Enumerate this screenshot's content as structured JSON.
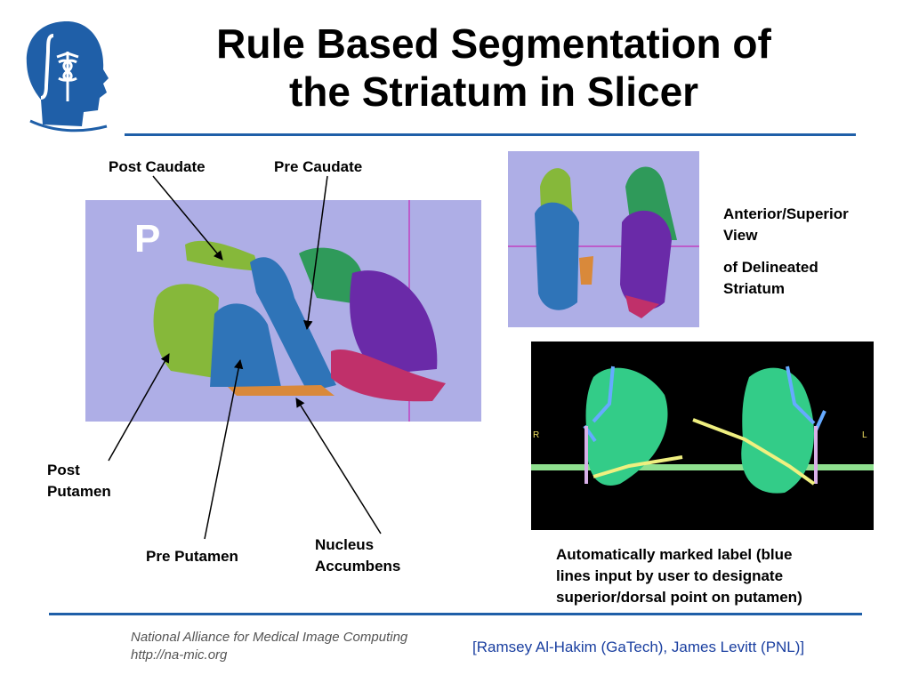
{
  "title_line1": "Rule Based Segmentation of",
  "title_line2": "the Striatum in Slicer",
  "labels": {
    "post_caudate": "Post Caudate",
    "pre_caudate": "Pre Caudate",
    "post_putamen_1": "Post",
    "post_putamen_2": "Putamen",
    "pre_putamen": "Pre Putamen",
    "nucleus_1": "Nucleus",
    "nucleus_2": "Accumbens"
  },
  "view_marker": "P",
  "right_note": {
    "line1": "Anterior/Superior",
    "line2": "View",
    "line3": "of Delineated",
    "line4": "Striatum"
  },
  "slice_marks": {
    "left": "R",
    "right": "L"
  },
  "caption": {
    "line1": "Automatically marked label (blue",
    "line2": "lines input by user to designate",
    "line3": "superior/dorsal point on putamen)"
  },
  "footer": {
    "org": "National Alliance for Medical Image Computing",
    "url": "http://na-mic.org",
    "credit": "[Ramsey Al-Hakim (GaTech), James Levitt (PNL)]"
  },
  "colors": {
    "brand_blue": "#1f5fa8",
    "green": "#86b83a",
    "blue": "#2f74b8",
    "purple": "#6a2aa8",
    "magenta": "#c0306a",
    "orange": "#d9893a",
    "lavender": "#aeaee6"
  }
}
